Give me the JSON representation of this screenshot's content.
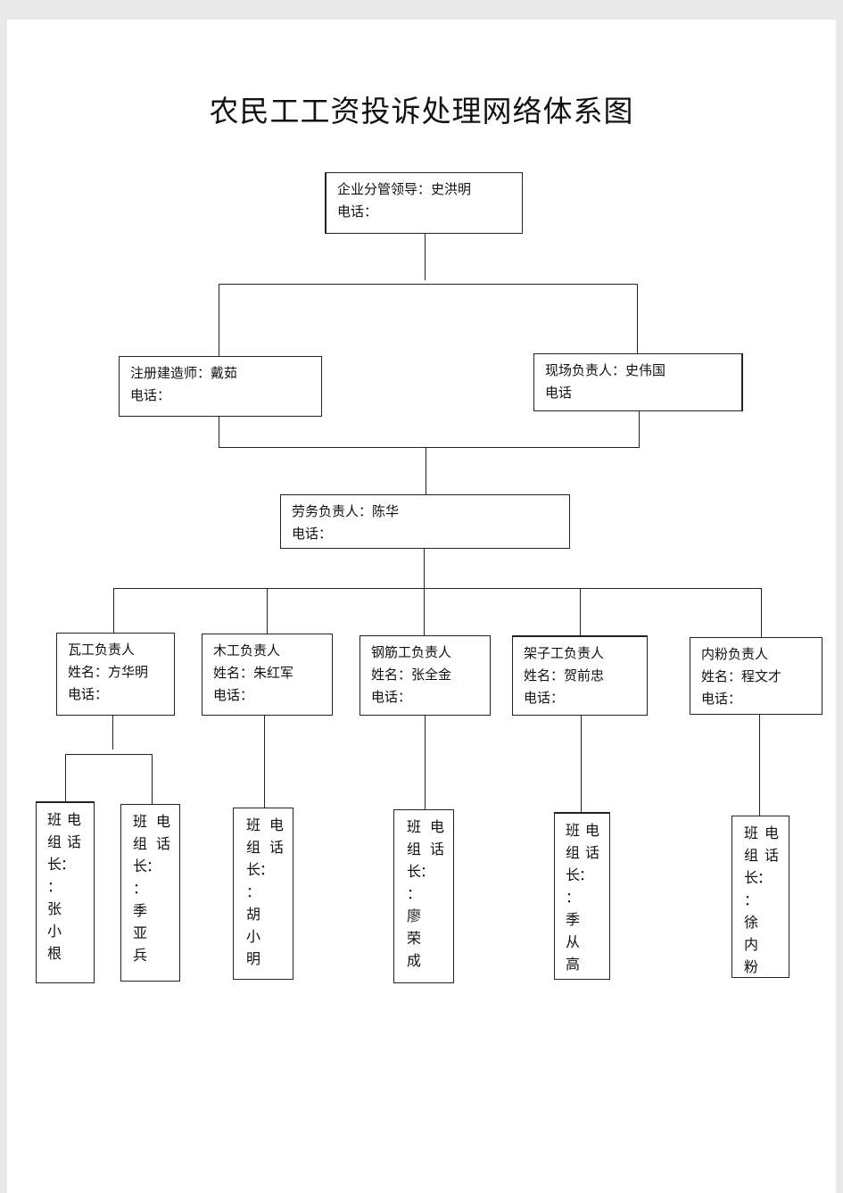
{
  "title": "农民工工资投诉处理网络体系图",
  "enterprise": {
    "line1": "企业分管领导：史洪明",
    "line2": "电话："
  },
  "engineer": {
    "line1": "注册建造师：戴茹",
    "line2": "电话："
  },
  "site": {
    "line1": "现场负责人：史伟国",
    "line2": "电话"
  },
  "labor": {
    "line1": "劳务负责人：陈华",
    "line2": "电话："
  },
  "teams": [
    {
      "line1": "瓦工负责人",
      "line2": "姓名：方华明",
      "line3": "电话："
    },
    {
      "line1": "木工负责人",
      "line2": "姓名：朱红军",
      "line3": "电话："
    },
    {
      "line1": "钢筋工负责人",
      "line2": "姓名：张全金",
      "line3": "电话："
    },
    {
      "line1": "架子工负责人",
      "line2": "姓名：贺前忠",
      "line3": "电话："
    },
    {
      "line1": "内粉负责人",
      "line2": "姓名：程文才",
      "line3": "电话："
    }
  ],
  "leader_labels": {
    "ban": "班",
    "zu": "组",
    "zhang": "长",
    "colon": "：",
    "dian": "电",
    "hua": "话",
    "sep": "："
  },
  "leaders": [
    [
      "张",
      "小",
      "根"
    ],
    [
      "季",
      "亚",
      "兵"
    ],
    [
      "胡",
      "小",
      "明"
    ],
    [
      "廖",
      "荣",
      "成"
    ],
    [
      "季",
      "从",
      "高"
    ],
    [
      "徐",
      "内",
      "粉"
    ]
  ]
}
